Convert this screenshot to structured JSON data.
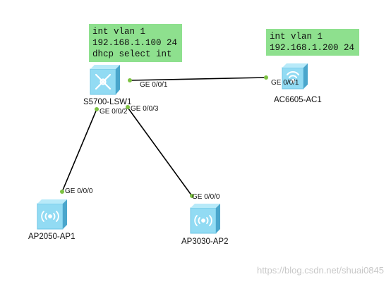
{
  "devices": {
    "switch": {
      "name": "S5700-LSW1",
      "config": [
        "int vlan 1",
        "192.168.1.100 24",
        "dhcp select int"
      ]
    },
    "ac": {
      "name": "AC6605-AC1",
      "config": [
        "int vlan 1",
        "192.168.1.200 24"
      ]
    },
    "ap1": {
      "name": "AP2050-AP1"
    },
    "ap2": {
      "name": "AP3030-AP2"
    }
  },
  "ports": {
    "sw_to_ac": "GE 0/0/1",
    "ac_port": "GE 0/0/1",
    "sw_to_ap1": "GE 0/0/2",
    "sw_to_ap2": "GE 0/0/3",
    "ap1_port": "GE 0/0/0",
    "ap2_port": "GE 0/0/0"
  },
  "colors": {
    "link": "#000000",
    "port_dot": "#7dc242",
    "note_bg": "#8ee08e",
    "device": "#8fd7ef"
  },
  "watermark": "https://blog.csdn.net/shuai0845"
}
